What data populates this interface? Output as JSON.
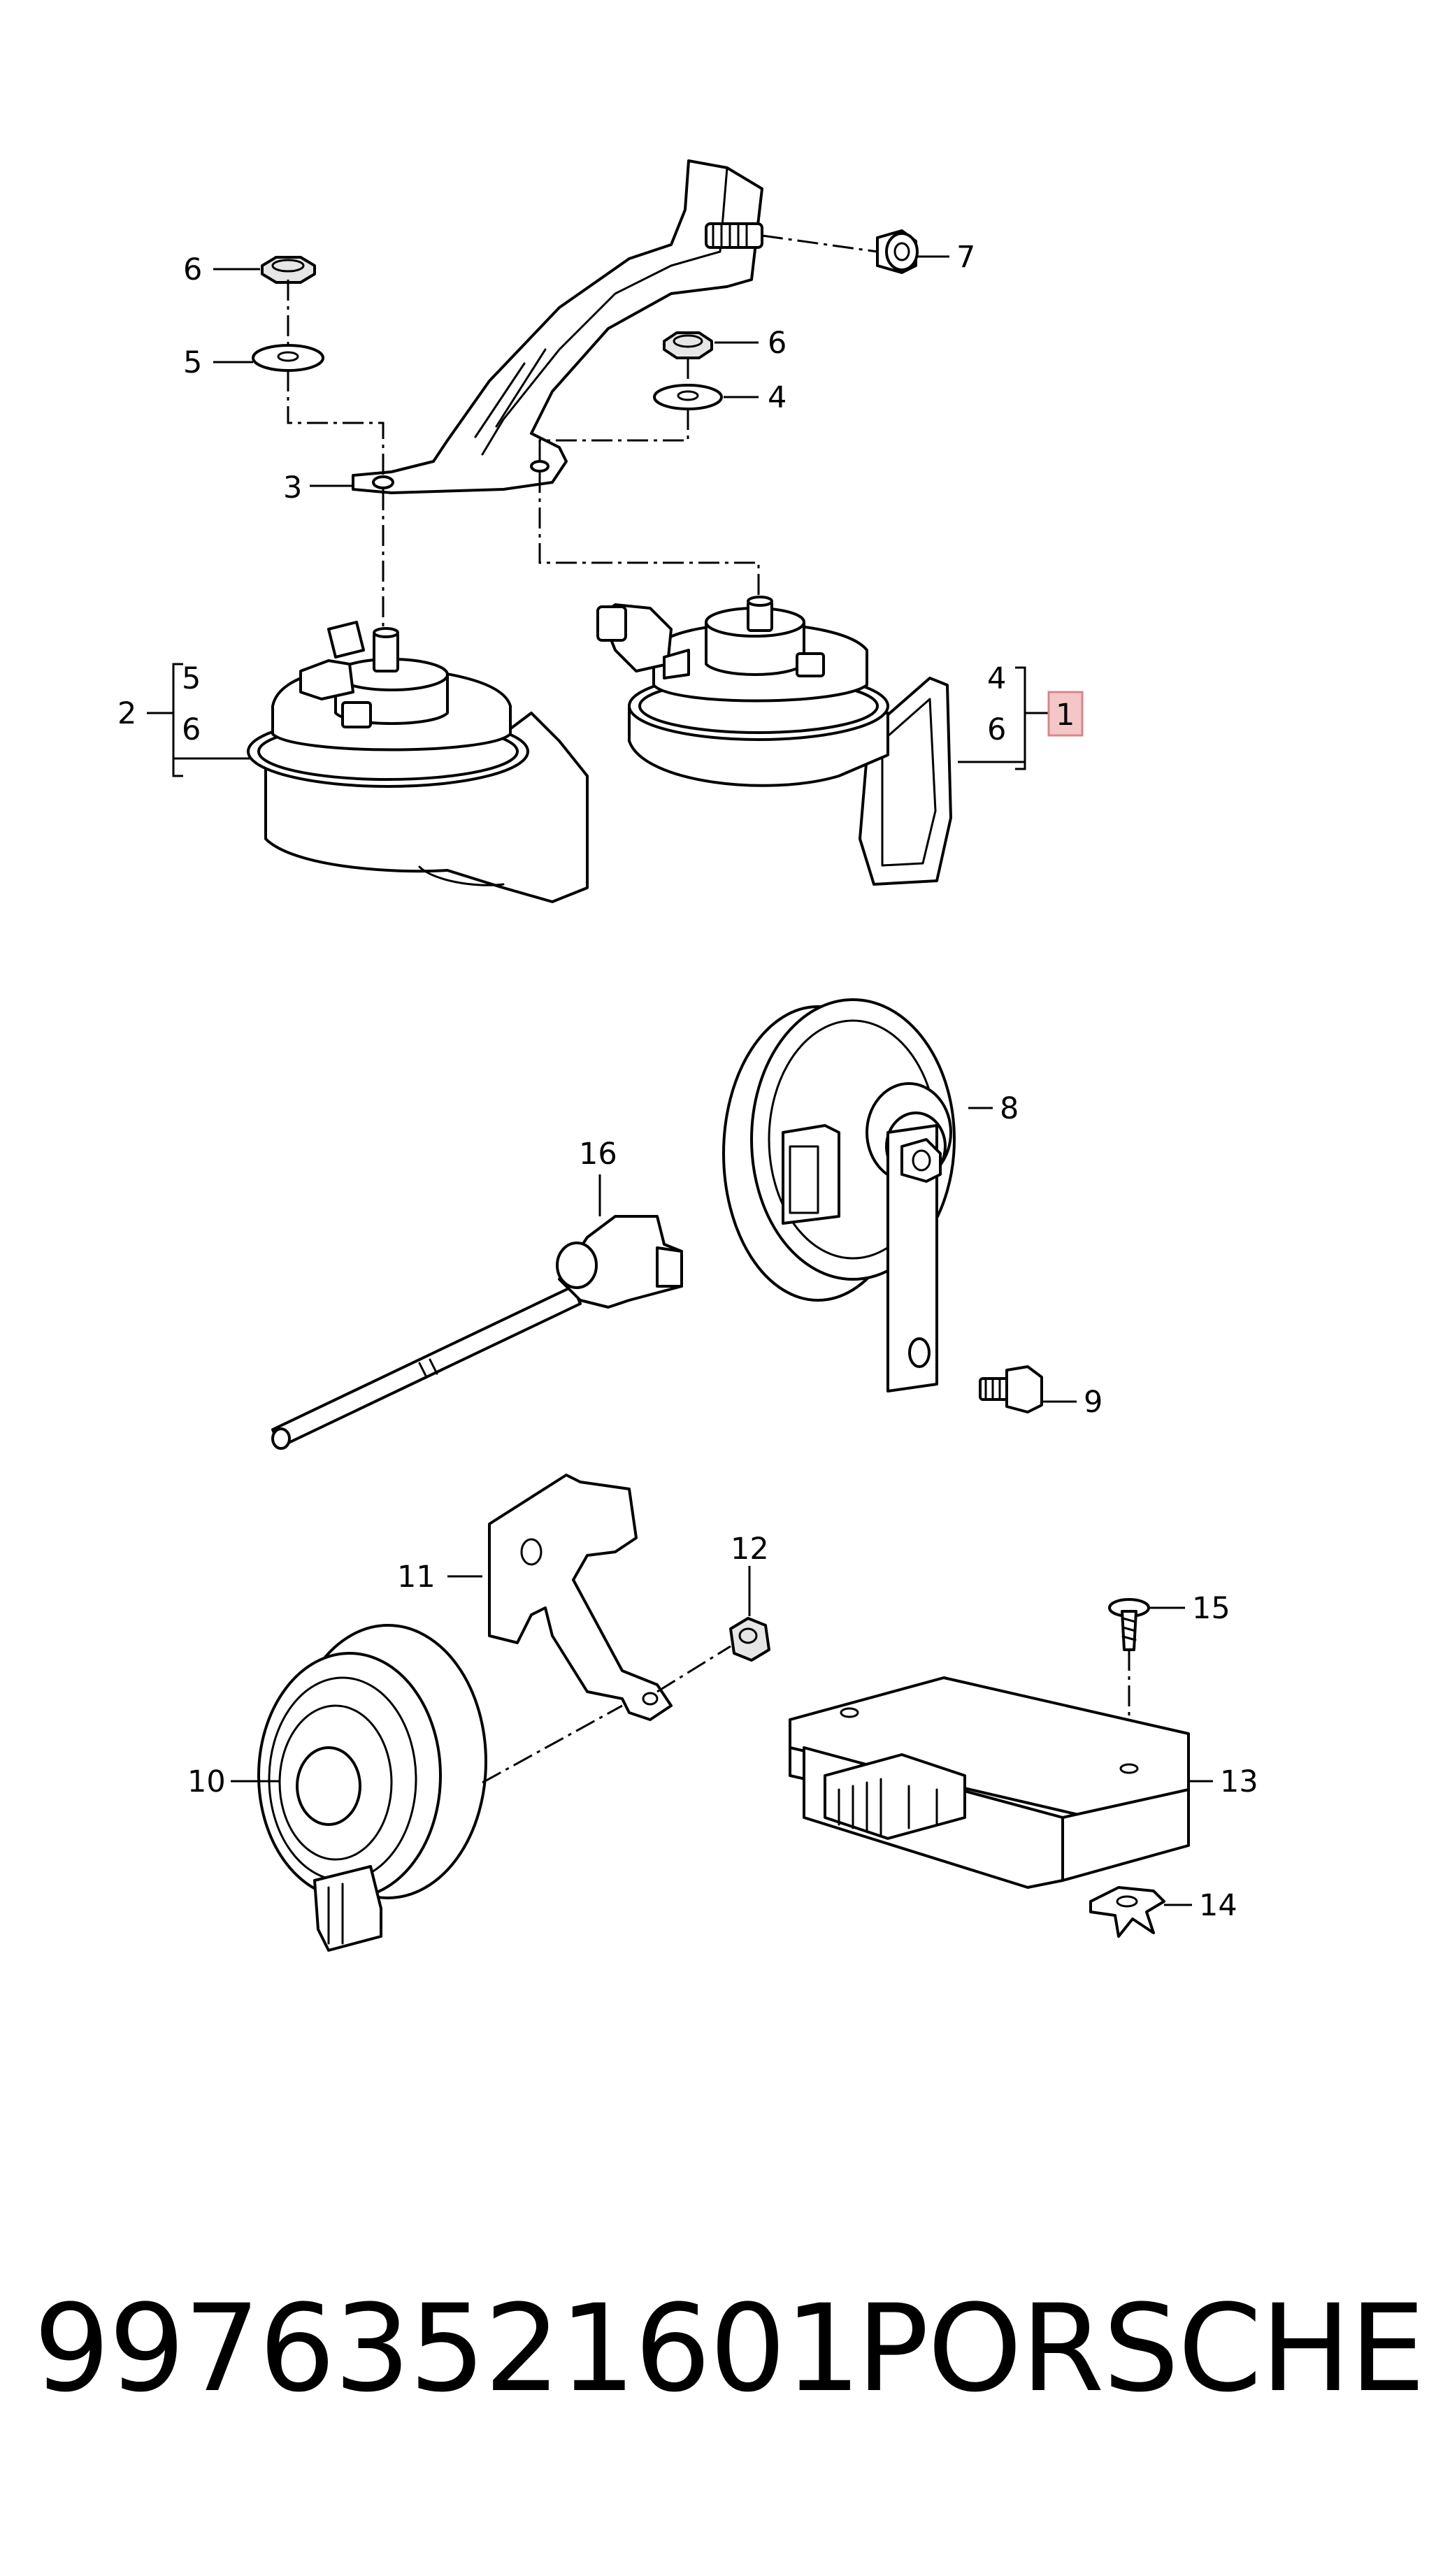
{
  "callouts": {
    "c1": "1",
    "c2": "2",
    "c3": "3",
    "c4a": "4",
    "c4b": "4",
    "c5a": "5",
    "c5b": "5",
    "c6a": "6",
    "c6b": "6",
    "c6c": "6",
    "c6d": "6",
    "c7": "7",
    "c8": "8",
    "c9": "9",
    "c10": "10",
    "c11": "11",
    "c12": "12",
    "c13": "13",
    "c14": "14",
    "c15": "15",
    "c16": "16"
  },
  "highlight": {
    "callout": "1",
    "color": "#f4c6c8",
    "border": "#d9858a"
  },
  "footer": {
    "part_number": "99763521601",
    "brand": "PORSCHE"
  }
}
